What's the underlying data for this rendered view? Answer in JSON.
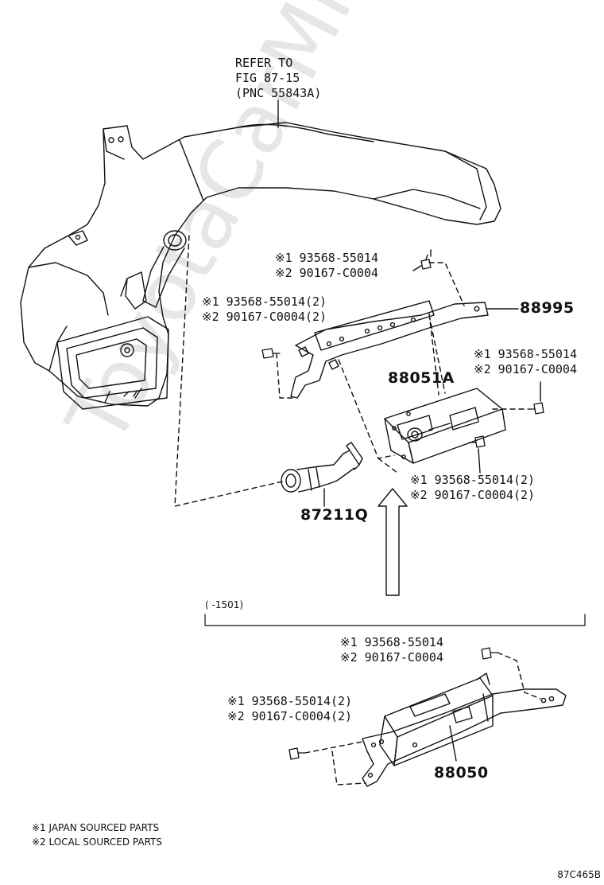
{
  "watermark": "ToyotaCarMine.ru",
  "refer": {
    "line1": "REFER TO",
    "line2": "FIG 87-15",
    "line3": "(PNC 55843A)"
  },
  "callouts": {
    "upper_top": {
      "line1": "※1 93568-55014",
      "line2": "※2 90167-C0004"
    },
    "upper_left": {
      "line1": "※1 93568-55014(2)",
      "line2": "※2 90167-C0004(2)"
    },
    "upper_right": {
      "line1": "※1 93568-55014",
      "line2": "※2 90167-C0004"
    },
    "upper_bottom": {
      "line1": "※1 93568-55014(2)",
      "line2": "※2 90167-C0004(2)"
    },
    "lower_top": {
      "line1": "※1 93568-55014",
      "line2": "※2 90167-C0004"
    },
    "lower_left": {
      "line1": "※1 93568-55014(2)",
      "line2": "※2 90167-C0004(2)"
    }
  },
  "parts": {
    "p88995": "88995",
    "p88051A": "88051A",
    "p87211Q": "87211Q",
    "p88050": "88050"
  },
  "range_label": "(     -1501)",
  "legend": {
    "line1": "※1 JAPAN SOURCED PARTS",
    "line2": "※2 LOCAL SOURCED PARTS"
  },
  "figure_code": "87C465B"
}
